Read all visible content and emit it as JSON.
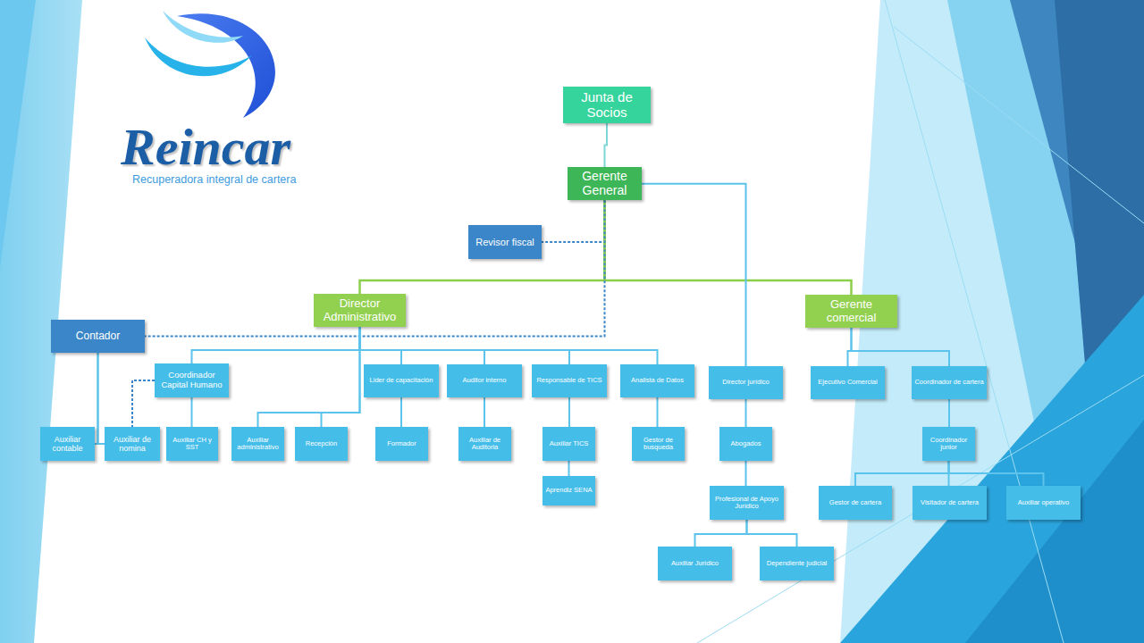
{
  "diagram": {
    "nodes": [
      {
        "text": [
          "Junta de Socios"
        ]
      },
      {
        "text": [
          "Gerente General"
        ]
      },
      {
        "text": [
          "Revisor fiscal"
        ]
      },
      {
        "text": [
          "Director Administrativo"
        ]
      },
      {
        "text": [
          "Gerente comercial"
        ]
      },
      {
        "text": [
          "Contador"
        ]
      },
      {
        "text": [
          "Coordinador Capital Humano"
        ]
      },
      {
        "text": [
          "Lider de capacitación"
        ]
      },
      {
        "text": [
          "Auditor interno"
        ]
      },
      {
        "text": [
          "Responsable de TICS"
        ]
      },
      {
        "text": [
          "Analista de Datos"
        ]
      },
      {
        "text": [
          "Director jurídico"
        ]
      },
      {
        "text": [
          "Ejecutivo Comercial"
        ]
      },
      {
        "text": [
          "Coordinador de cartera"
        ]
      },
      {
        "text": [
          "Auxiliar contable"
        ]
      },
      {
        "text": [
          "Auxiliar de nomina"
        ]
      },
      {
        "text": [
          "Auxiliar CH y SST"
        ]
      },
      {
        "text": [
          "Auxiliar administrativo"
        ]
      },
      {
        "text": [
          "Recepción"
        ]
      },
      {
        "text": [
          "Formador"
        ]
      },
      {
        "text": [
          "Auxiliar de Auditoria"
        ]
      },
      {
        "text": [
          "Auxiliar TICS"
        ]
      },
      {
        "text": [
          "Gestor de busqueda"
        ]
      },
      {
        "text": [
          "Abogados"
        ]
      },
      {
        "text": [
          "Coordinador junior"
        ]
      },
      {
        "text": [
          "Aprendiz SENA"
        ]
      },
      {
        "text": [
          "Profesional de Apoyo Jurídico"
        ]
      },
      {
        "text": [
          "Gestor de cartera"
        ]
      },
      {
        "text": [
          "Visitador de cartera"
        ]
      },
      {
        "text": [
          "Auxiliar operativo"
        ]
      },
      {
        "text": [
          "Auxiliar Jurídico"
        ]
      },
      {
        "text": [
          "Dependiente judicial"
        ]
      }
    ],
    "edges": [
      {
        "from": 0,
        "to": 1,
        "arrow": "none"
      },
      {
        "from": 1,
        "to": 2,
        "arrow": "none"
      },
      {
        "from": 1,
        "to": 3,
        "arrow": "none"
      },
      {
        "from": 1,
        "to": 4,
        "arrow": "none"
      },
      {
        "from": 1,
        "to": 11,
        "arrow": "none"
      },
      {
        "from": 1,
        "to": 5,
        "arrow": "none"
      },
      {
        "from": 3,
        "to": 6,
        "arrow": "none"
      },
      {
        "from": 3,
        "to": 7,
        "arrow": "none"
      },
      {
        "from": 3,
        "to": 8,
        "arrow": "none"
      },
      {
        "from": 3,
        "to": 9,
        "arrow": "none"
      },
      {
        "from": 3,
        "to": 10,
        "arrow": "none"
      },
      {
        "from": 3,
        "to": 17,
        "arrow": "none"
      },
      {
        "from": 3,
        "to": 18,
        "arrow": "none"
      },
      {
        "from": 5,
        "to": 14,
        "arrow": "none"
      },
      {
        "from": 5,
        "to": 15,
        "arrow": "none"
      },
      {
        "from": 6,
        "to": 15,
        "arrow": "none"
      },
      {
        "from": 6,
        "to": 16,
        "arrow": "none"
      },
      {
        "from": 7,
        "to": 19,
        "arrow": "none"
      },
      {
        "from": 8,
        "to": 20,
        "arrow": "none"
      },
      {
        "from": 9,
        "to": 21,
        "arrow": "none"
      },
      {
        "from": 21,
        "to": 25,
        "arrow": "none"
      },
      {
        "from": 10,
        "to": 22,
        "arrow": "none"
      },
      {
        "from": 11,
        "to": 23,
        "arrow": "none"
      },
      {
        "from": 23,
        "to": 26,
        "arrow": "none"
      },
      {
        "from": 26,
        "to": 30,
        "arrow": "none"
      },
      {
        "from": 26,
        "to": 31,
        "arrow": "none"
      },
      {
        "from": 4,
        "to": 12,
        "arrow": "none"
      },
      {
        "from": 4,
        "to": 13,
        "arrow": "none"
      },
      {
        "from": 13,
        "to": 24,
        "arrow": "none"
      },
      {
        "from": 24,
        "to": 27,
        "arrow": "none"
      },
      {
        "from": 24,
        "to": 28,
        "arrow": "none"
      },
      {
        "from": 24,
        "to": 29,
        "arrow": "none"
      }
    ],
    "labels": [
      "Reincar",
      "Recuperadora integral de cartera"
    ]
  }
}
